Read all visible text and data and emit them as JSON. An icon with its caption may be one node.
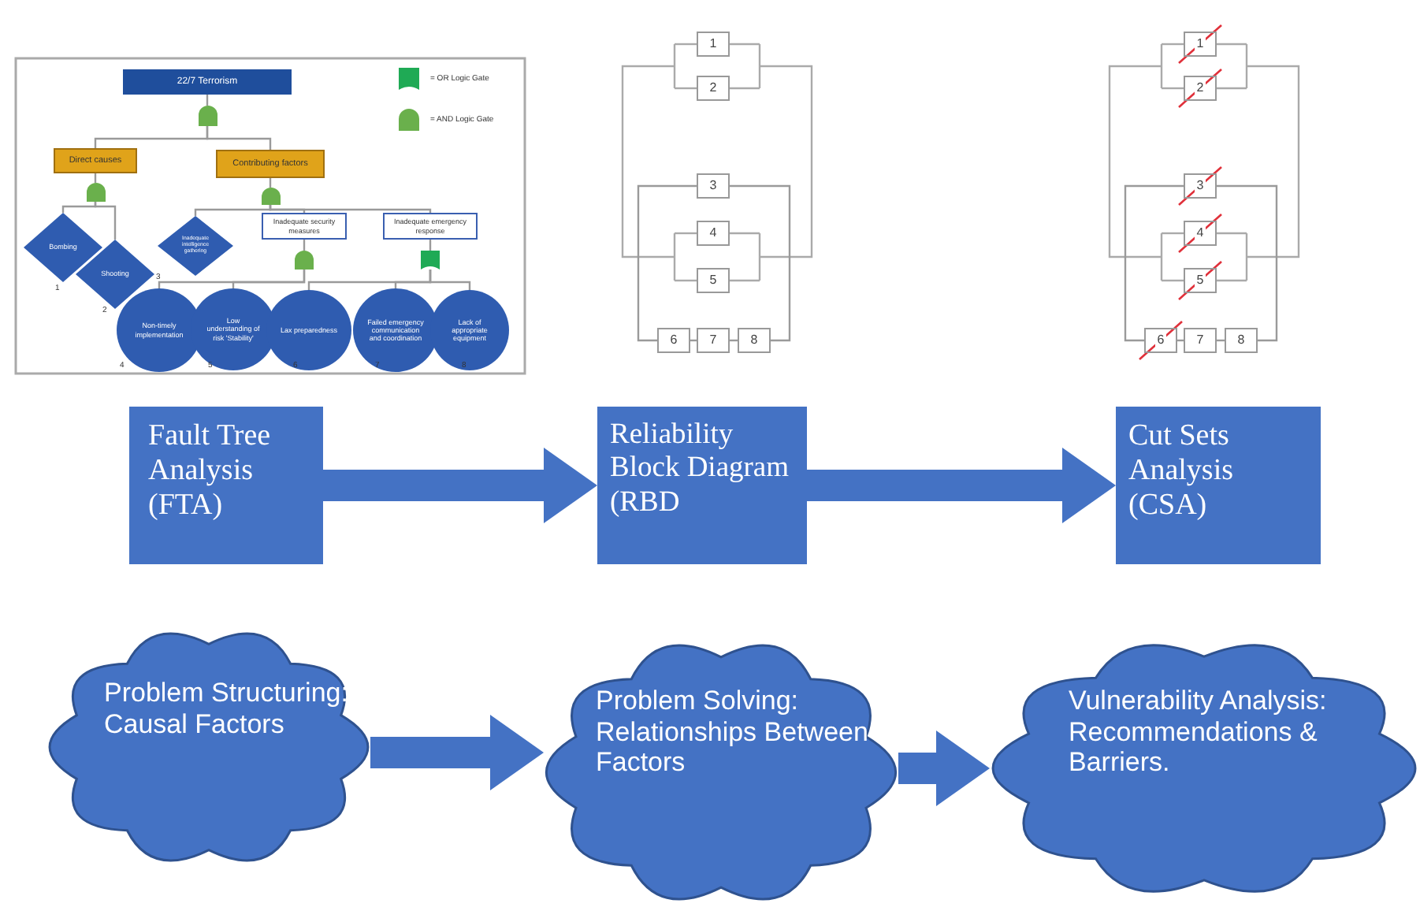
{
  "diagram": {
    "nodes": [
      {
        "text": [
          "22/7 Terrorism"
        ]
      },
      {
        "text": [],
        "shape": "dome"
      },
      {
        "text": [
          "Direct causes"
        ]
      },
      {
        "text": [
          "Contributing factors"
        ]
      },
      {
        "text": [],
        "shape": "dome"
      },
      {
        "text": [],
        "shape": "dome"
      },
      {
        "text": [
          "Bombing"
        ]
      },
      {
        "text": [
          "Shooting"
        ]
      },
      {
        "text": [
          "Inadequate intelligence gathering"
        ]
      },
      {
        "text": [
          "Inadequate security measures"
        ]
      },
      {
        "text": [
          "Inadequate emergency response"
        ]
      },
      {
        "text": [],
        "shape": "dome"
      },
      {
        "text": [],
        "shape": "banner"
      },
      {
        "text": [
          "Non-timely implementation"
        ]
      },
      {
        "text": [
          "Low understanding of risk 'Stability'"
        ]
      },
      {
        "text": [
          "Lax preparedness"
        ]
      },
      {
        "text": [
          "Failed emergency communication and coordination"
        ]
      },
      {
        "text": [
          "Lack of appropriate equipment"
        ]
      },
      {
        "text": [
          "1"
        ]
      },
      {
        "text": [
          "2"
        ]
      },
      {
        "text": [
          "3"
        ]
      },
      {
        "text": [
          "4"
        ]
      },
      {
        "text": [
          "5"
        ]
      },
      {
        "text": [
          "6"
        ]
      },
      {
        "text": [
          "7"
        ]
      },
      {
        "text": [
          "8"
        ]
      },
      {
        "text": [
          "1"
        ]
      },
      {
        "text": [
          "2"
        ]
      },
      {
        "text": [
          "3"
        ]
      },
      {
        "text": [
          "4"
        ]
      },
      {
        "text": [
          "5"
        ]
      },
      {
        "text": [
          "6"
        ]
      },
      {
        "text": [
          "7"
        ]
      },
      {
        "text": [
          "8"
        ]
      },
      {
        "text": [
          "Fault Tree Analysis (FTA)"
        ]
      },
      {
        "text": [
          "Reliability Block Diagram (RBD"
        ]
      },
      {
        "text": [
          "Cut Sets Analysis (CSA)"
        ]
      },
      {
        "text": [
          "Problem Structuring: Causal Factors"
        ]
      },
      {
        "text": [
          "Problem Solving: Relationships Between Factors"
        ]
      },
      {
        "text": [
          "Vulnerability Analysis: Recommendations & Barriers."
        ]
      }
    ],
    "edges": [
      {
        "from": 0,
        "to": 1,
        "arrow": "none"
      },
      {
        "from": 1,
        "to": 2,
        "arrow": "none"
      },
      {
        "from": 1,
        "to": 3,
        "arrow": "none"
      },
      {
        "from": 2,
        "to": 4,
        "arrow": "none"
      },
      {
        "from": 3,
        "to": 5,
        "arrow": "none"
      },
      {
        "from": 4,
        "to": 6,
        "arrow": "none"
      },
      {
        "from": 4,
        "to": 7,
        "arrow": "none"
      },
      {
        "from": 5,
        "to": 8,
        "arrow": "none"
      },
      {
        "from": 5,
        "to": 9,
        "arrow": "none"
      },
      {
        "from": 5,
        "to": 10,
        "arrow": "none"
      },
      {
        "from": 9,
        "to": 11,
        "arrow": "none"
      },
      {
        "from": 10,
        "to": 12,
        "arrow": "none"
      },
      {
        "from": 11,
        "to": 13,
        "arrow": "none"
      },
      {
        "from": 11,
        "to": 14,
        "arrow": "none"
      },
      {
        "from": 12,
        "to": 15,
        "arrow": "none"
      },
      {
        "from": 12,
        "to": 16,
        "arrow": "none"
      },
      {
        "from": 12,
        "to": 17,
        "arrow": "none"
      },
      {
        "from": 23,
        "to": 24,
        "arrow": "none"
      },
      {
        "from": 24,
        "to": 25,
        "arrow": "none"
      },
      {
        "from": 20,
        "to": 23,
        "arrow": "none"
      },
      {
        "from": 20,
        "to": 25,
        "arrow": "none"
      },
      {
        "from": 31,
        "to": 32,
        "arrow": "none"
      },
      {
        "from": 32,
        "to": 33,
        "arrow": "none"
      },
      {
        "from": 28,
        "to": 31,
        "arrow": "none"
      },
      {
        "from": 28,
        "to": 33,
        "arrow": "none"
      },
      {
        "from": 34,
        "to": 35,
        "arrow": "to",
        "style": "thick",
        "color": "#4472c4"
      },
      {
        "from": 35,
        "to": 36,
        "arrow": "to",
        "style": "thick",
        "color": "#4472c4"
      },
      {
        "from": 37,
        "to": 38,
        "arrow": "to",
        "style": "thick",
        "color": "#4472c4"
      },
      {
        "from": 38,
        "to": 39,
        "arrow": "to",
        "style": "thick",
        "color": "#4472c4"
      }
    ],
    "labels": [
      "1",
      "2",
      "3",
      "4",
      "5",
      "6",
      "7",
      "8"
    ],
    "legend": [
      {
        "text": "= OR Logic Gate"
      },
      {
        "text": "= AND Logic Gate"
      }
    ]
  }
}
